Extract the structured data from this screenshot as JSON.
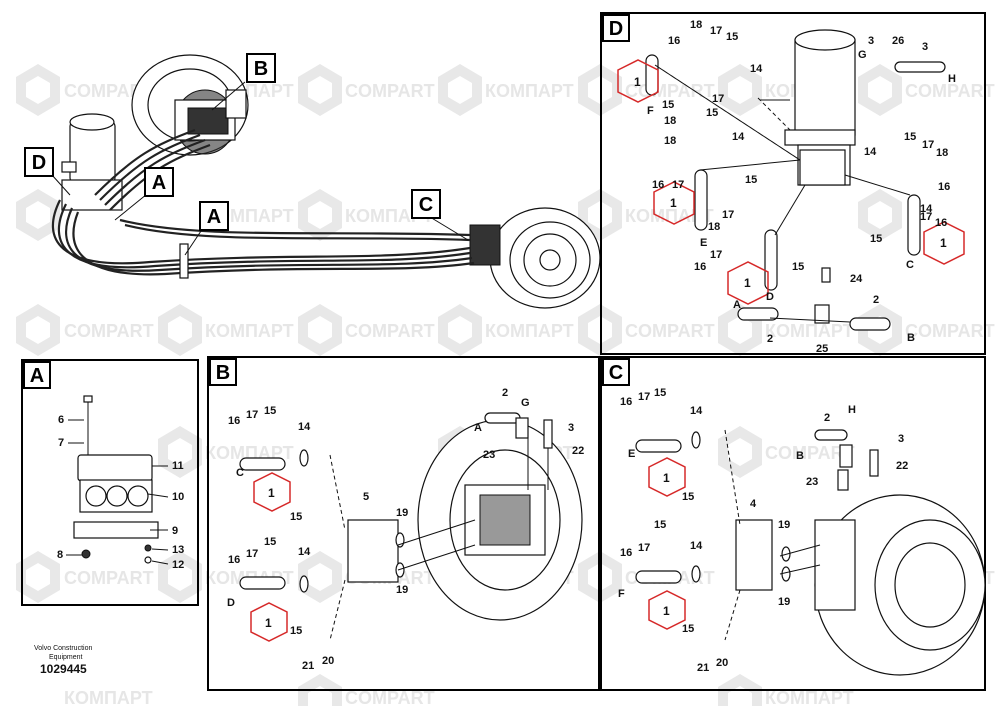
{
  "watermarks": [
    "COMPART",
    "КОМПАРТ"
  ],
  "colors": {
    "frame": "#000000",
    "highlight_hex": "#d62a2a",
    "watermark": "#e6e6e6"
  },
  "overview": {
    "callouts": [
      "A",
      "A",
      "B",
      "C",
      "D"
    ]
  },
  "panel_a": {
    "title": "A",
    "labels": [
      "6",
      "7",
      "11",
      "10",
      "9",
      "13",
      "12",
      "8"
    ],
    "footer": {
      "line1": "Volvo Construction",
      "line2": "Equipment",
      "number": "1029445"
    }
  },
  "panel_b": {
    "title": "B",
    "labels": [
      "16",
      "17",
      "15",
      "14",
      "C",
      "1",
      "15",
      "16",
      "17",
      "15",
      "14",
      "D",
      "1",
      "15",
      "5",
      "19",
      "19",
      "2",
      "G",
      "3",
      "A",
      "23",
      "22",
      "21",
      "20"
    ]
  },
  "panel_c": {
    "title": "C",
    "labels": [
      "16",
      "17",
      "15",
      "14",
      "E",
      "1",
      "15",
      "16",
      "17",
      "15",
      "14",
      "F",
      "1",
      "15",
      "4",
      "19",
      "19",
      "2",
      "H",
      "3",
      "B",
      "23",
      "22",
      "21",
      "20"
    ]
  },
  "panel_d": {
    "title": "D",
    "labels": [
      "18",
      "17",
      "15",
      "16",
      "14",
      "1",
      "F",
      "15",
      "17",
      "18",
      "15",
      "18",
      "14",
      "16",
      "17",
      "1",
      "15",
      "17",
      "18",
      "E",
      "16",
      "17",
      "1",
      "D",
      "15",
      "24",
      "A",
      "2",
      "2",
      "25",
      "B",
      "3",
      "26",
      "3",
      "G",
      "H",
      "14",
      "15",
      "17",
      "18",
      "16",
      "14",
      "15",
      "17",
      "16",
      "1",
      "C"
    ]
  }
}
